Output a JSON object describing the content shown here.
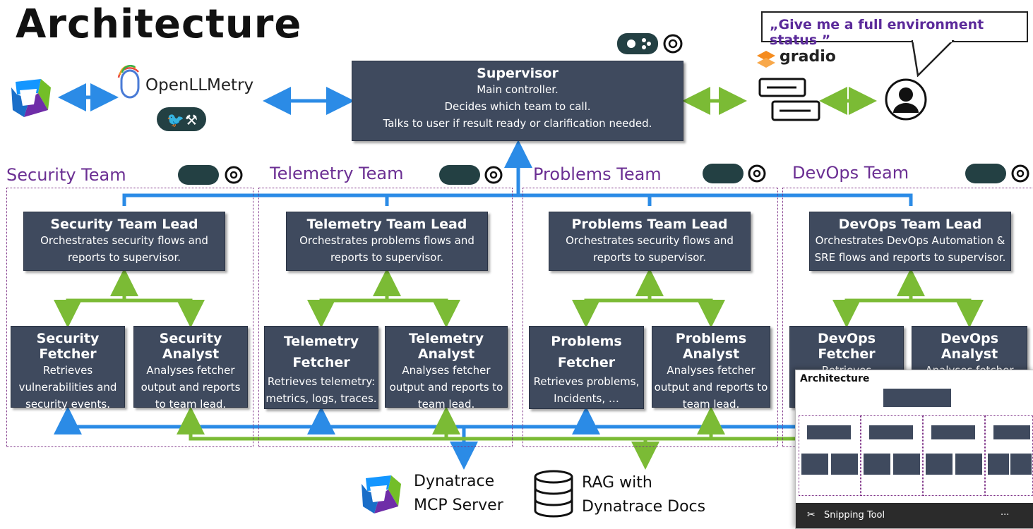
{
  "title": "Architecture",
  "speech": "„Give me a full environment status ”",
  "gradio": "gradio",
  "openllmetry": "OpenLLMetry",
  "supervisor": {
    "title": "Supervisor",
    "lines": [
      "Main controller.",
      "Decides which team to call.",
      "Talks to user if result ready or clarification needed."
    ]
  },
  "teams": [
    {
      "name": "Security Team",
      "lead": {
        "title": "Security Team Lead",
        "lines": [
          "Orchestrates security flows and",
          "reports to supervisor."
        ]
      },
      "fetcher": {
        "title": "Security Fetcher",
        "lines": [
          "Retrieves",
          "vulnerabilities and",
          "security events."
        ]
      },
      "analyst": {
        "title": "Security Analyst",
        "lines": [
          "Analyses fetcher",
          "output and reports",
          "to team lead."
        ]
      }
    },
    {
      "name": "Telemetry Team",
      "lead": {
        "title": "Telemetry Team Lead",
        "lines": [
          "Orchestrates problems flows and",
          "reports to supervisor."
        ]
      },
      "fetcher": {
        "title": "Telemetry Fetcher",
        "lines": [
          "Retrieves telemetry:",
          "metrics, logs, traces."
        ]
      },
      "analyst": {
        "title": "Telemetry Analyst",
        "lines": [
          "Analyses fetcher",
          "output and reports to",
          "team lead."
        ]
      }
    },
    {
      "name": "Problems Team",
      "lead": {
        "title": "Problems Team Lead",
        "lines": [
          "Orchestrates security flows and",
          "reports to supervisor."
        ]
      },
      "fetcher": {
        "title": "Problems Fetcher",
        "lines": [
          "Retrieves problems,",
          "Incidents, …"
        ]
      },
      "analyst": {
        "title": "Problems Analyst",
        "lines": [
          "Analyses fetcher",
          "output and reports to",
          "team lead."
        ]
      }
    },
    {
      "name": "DevOps Team",
      "lead": {
        "title": "DevOps Team Lead",
        "lines": [
          "Orchestrates DevOps Automation &",
          "SRE flows and reports to supervisor."
        ]
      },
      "fetcher": {
        "title": "DevOps Fetcher",
        "lines": [
          "Retrieves"
        ]
      },
      "analyst": {
        "title": "DevOps Analyst",
        "lines": [
          "Analyses fetcher"
        ]
      }
    }
  ],
  "mcp": {
    "line1": "Dynatrace",
    "line2": "MCP Server"
  },
  "rag": {
    "line1": "RAG with",
    "line2": "Dynatrace Docs"
  },
  "snip": {
    "label": "Snipping Tool",
    "more": "···",
    "thumb_title": "Architecture"
  },
  "colors": {
    "box": "#3f4a5e",
    "team": "#6b2f93",
    "blue_arrow": "#2b8be6",
    "green_arrow": "#7bbb35",
    "badge": "#234043"
  }
}
